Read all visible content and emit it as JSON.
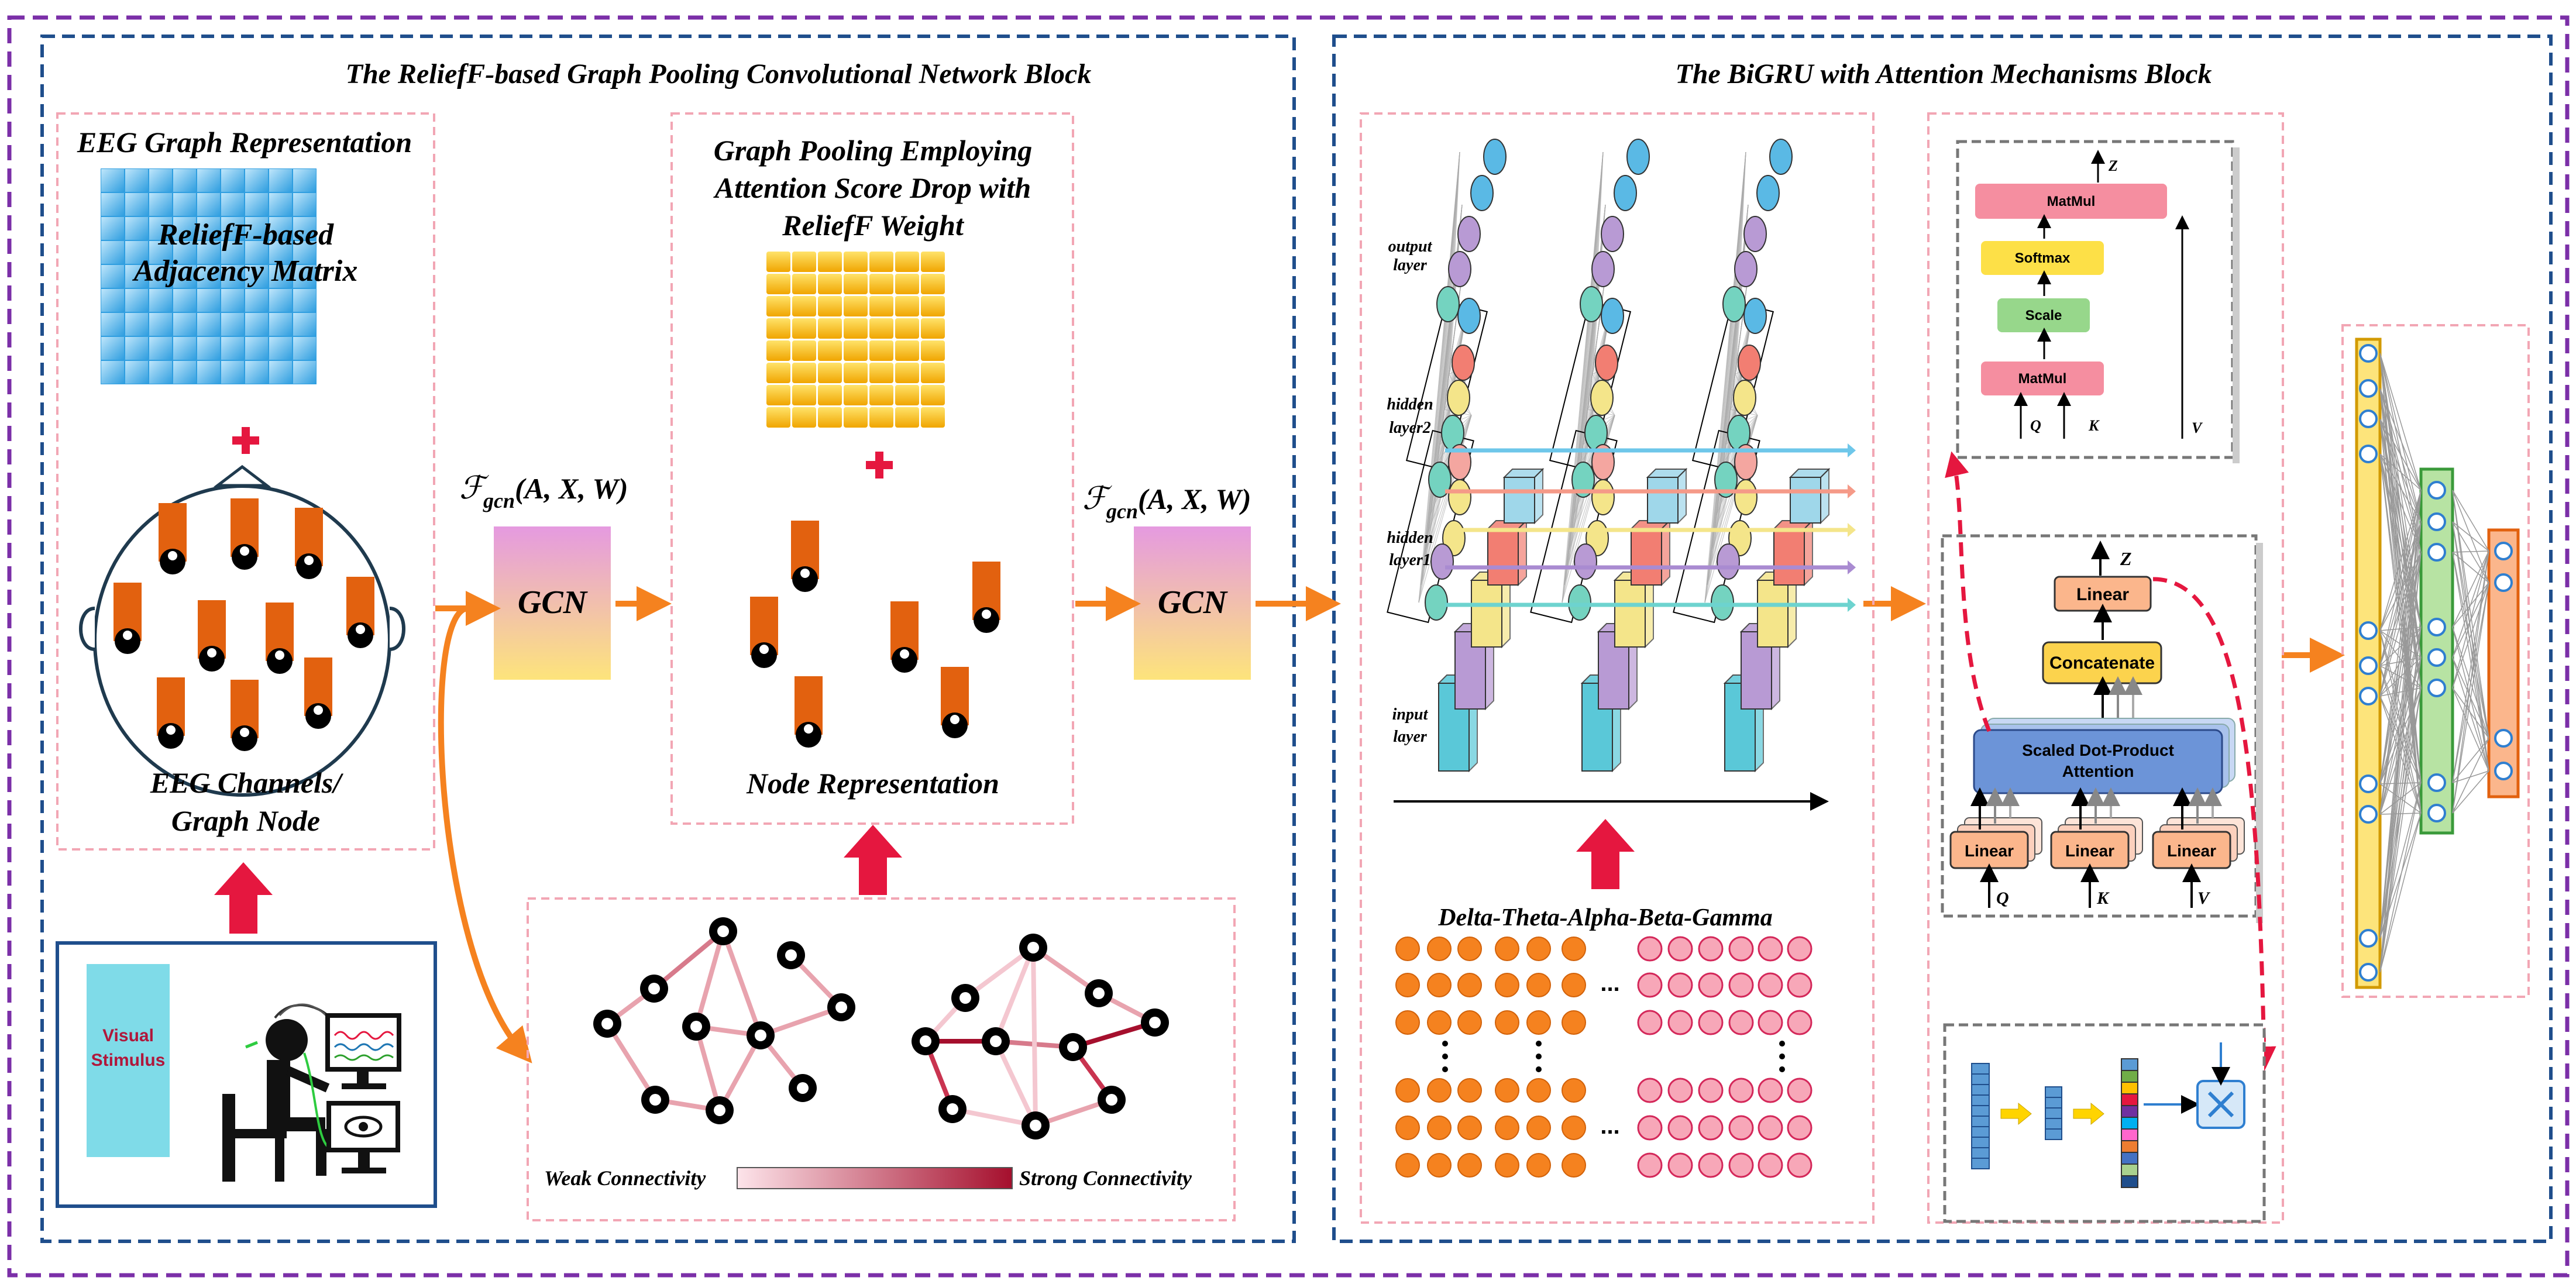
{
  "left_block": {
    "title": "The ReliefF-based Graph Pooling Convolutional Network Block",
    "eeg_graph_title": "EEG Graph Representation",
    "adjacency_line1": "ReliefF-based",
    "adjacency_line2": "Adjacency Matrix",
    "channels_line1": "EEG Channels/",
    "channels_line2": "Graph Node",
    "gcn_formula_script": "ℱ",
    "gcn_formula_sub": "gcn",
    "gcn_formula_args": "(A, X, W)",
    "gcn_label": "GCN",
    "pooling_line1": "Graph Pooling Employing",
    "pooling_line2": "Attention Score Drop with",
    "pooling_line3": "ReliefF Weight",
    "node_representation": "Node Representation",
    "visual_stimulus_line1": "Visual",
    "visual_stimulus_line2": "Stimulus",
    "weak_connectivity": "Weak Connectivity",
    "strong_connectivity": "Strong Connectivity"
  },
  "right_block": {
    "title": "The BiGRU with Attention Mechanisms Block",
    "output_layer_line1": "output",
    "output_layer_line2": "layer",
    "hidden2_line1": "hidden",
    "hidden2_line2": "layer2",
    "hidden1_line1": "hidden",
    "hidden1_line2": "layer1",
    "input_layer_line1": "input",
    "input_layer_line2": "layer",
    "bands_label": "Delta-Theta-Alpha-Beta-Gamma",
    "ellipsis": "...",
    "sdpa": {
      "z": "Z",
      "matmul_top": "MatMul",
      "softmax": "Softmax",
      "scale": "Scale",
      "matmul_bottom": "MatMul",
      "q": "Q",
      "k": "K",
      "v": "V"
    },
    "mha": {
      "z": "Z",
      "linear_top": "Linear",
      "concatenate": "Concatenate",
      "sdpa_line1": "Scaled Dot-Product",
      "sdpa_line2": "Attention",
      "linear_q": "Linear",
      "linear_k": "Linear",
      "linear_v": "Linear",
      "q": "Q",
      "k": "K",
      "v": "V"
    }
  },
  "colors": {
    "outer_border": "#7b2fa8",
    "block_border": "#1f4e8c",
    "pink_dash": "#f2a6b4",
    "orange_arrow": "#f5821f",
    "red_arrow": "#e5173f",
    "electrode": "#e2610f",
    "gcn_top": "#e59ae0",
    "gcn_bottom": "#fde47b"
  }
}
